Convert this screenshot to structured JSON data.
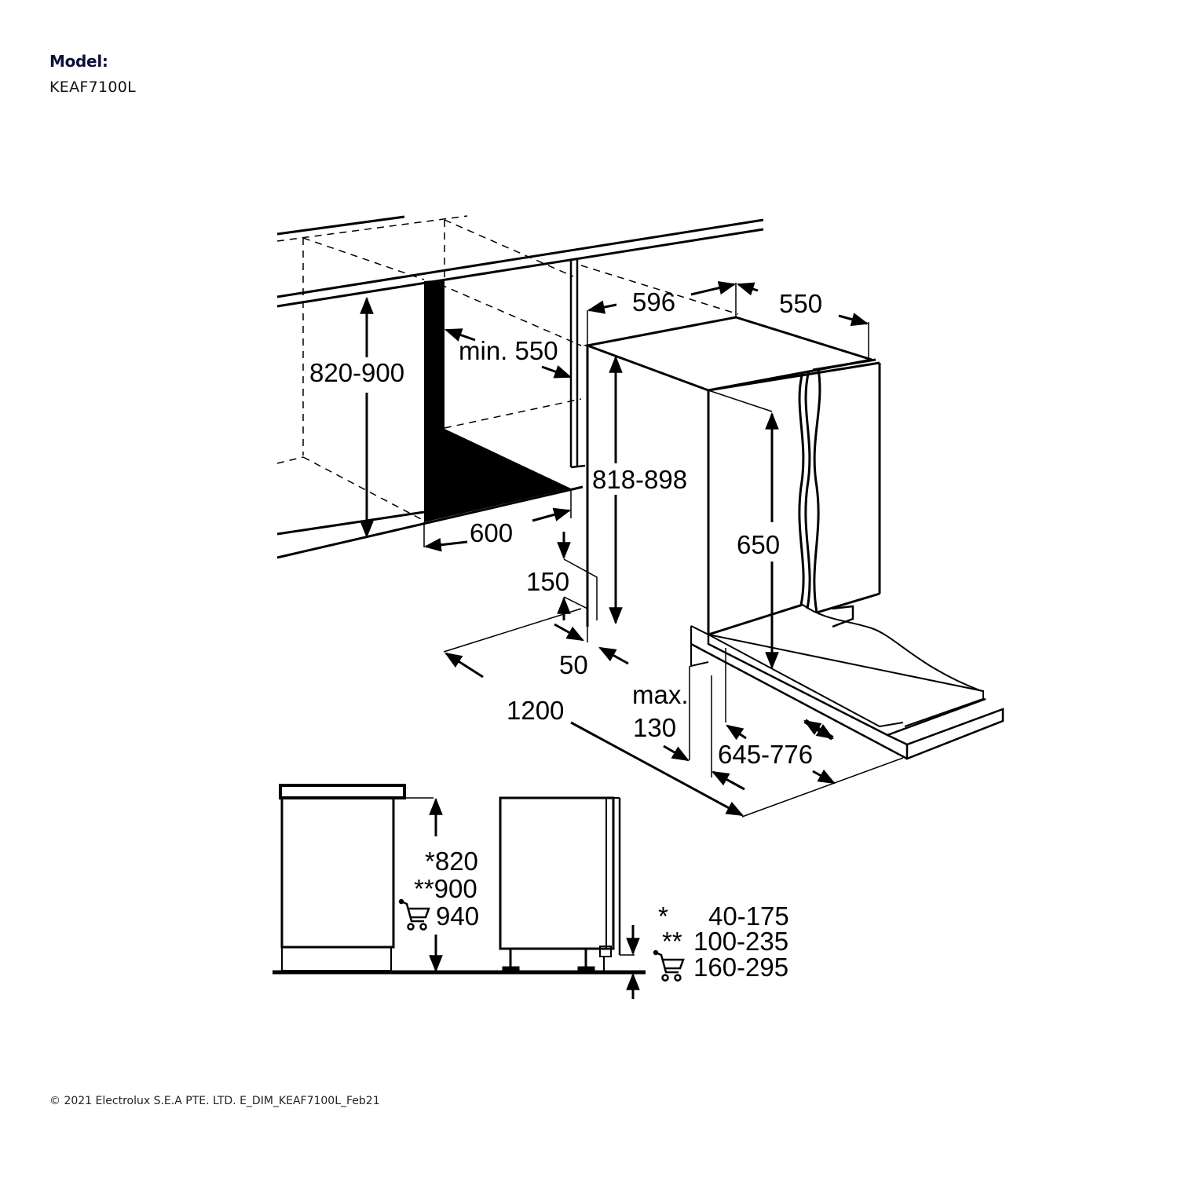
{
  "header": {
    "model_label": "Model:",
    "model_value": "KEAF7100L"
  },
  "footer": {
    "copyright": "© 2021 Electrolux S.E.A PTE. LTD.  E_DIM_KEAF7100L_Feb21"
  },
  "diagram": {
    "niche": {
      "height": "820-900",
      "depth_min": "min. 550",
      "width": "600"
    },
    "appliance": {
      "width": "596",
      "depth": "550",
      "height": "818-898",
      "door_panel_height": "650"
    },
    "clearances": {
      "plinth_height": "150",
      "plinth_depth": "50",
      "door_swing": "1200",
      "max_label": "max.",
      "max_value": "130",
      "door_range": "645-776"
    },
    "side_views": {
      "height_star": "*820",
      "height_double_star": "**900",
      "height_cart": "940",
      "plinth_star_marker": "*",
      "plinth_star": "40-175",
      "plinth_double_star_marker": "**",
      "plinth_double_star": "100-235",
      "plinth_cart": "160-295"
    },
    "icons": [
      "shopping-cart-icon",
      "arrow-icon"
    ],
    "colors": {
      "heading": "#0e1036",
      "lines": "#000000"
    }
  }
}
